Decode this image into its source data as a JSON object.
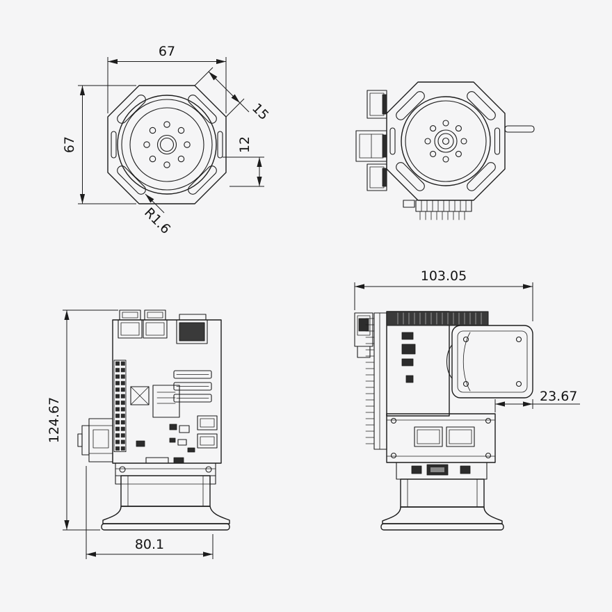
{
  "colors": {
    "background": "#f5f5f6",
    "line": "#1c1c1c",
    "dark_fill": "#2c2c2c"
  },
  "views": {
    "plate_top": {
      "dim_width": "67",
      "dim_height": "67",
      "dim_chamfer": "15",
      "dim_offset": "12",
      "dim_fillet": "R1.6"
    },
    "module_front": {
      "dim_height": "124.67",
      "dim_base_width": "80.1"
    },
    "module_side": {
      "dim_length": "103.05",
      "dim_bracket_offset": "23.67"
    }
  }
}
